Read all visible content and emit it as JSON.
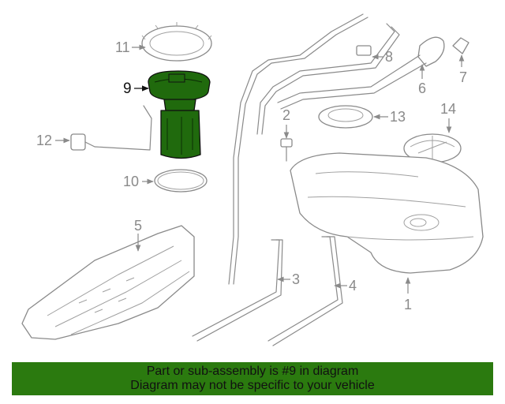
{
  "diagram": {
    "callouts": [
      "1",
      "2",
      "3",
      "4",
      "5",
      "6",
      "7",
      "8",
      "9",
      "10",
      "11",
      "12",
      "13",
      "14"
    ],
    "highlighted_callout": "9",
    "colors": {
      "highlight": "#206a0d",
      "banner": "#2b7a0f",
      "line": "#8a8a8a"
    }
  },
  "banner": {
    "line1": "Part or sub-assembly is #9 in diagram",
    "line2": "Diagram may not be specific to your vehicle"
  }
}
